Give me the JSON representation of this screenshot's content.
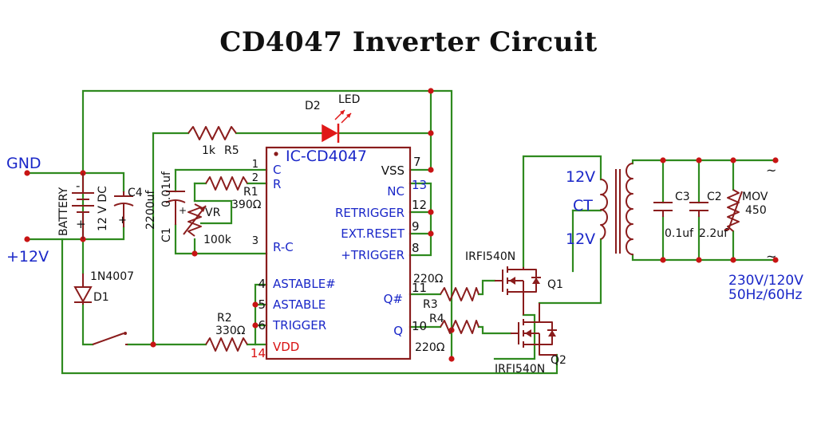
{
  "title": "CD4047 Inverter Circuit",
  "colors": {
    "wire": "#2f8a1f",
    "component": "#8a1c1c",
    "node": "#c81414",
    "pin_label": "#1a27c8",
    "vdd": "#d81010"
  },
  "labels": {
    "gnd": "GND",
    "plus12": "+12V",
    "battery": "BATTERY",
    "battery_v": "12 V DC",
    "c4": "C4",
    "c4_val": "2200uf",
    "d1_part": "1N4007",
    "d1": "D1",
    "r5_val": "1k",
    "r5": "R5",
    "d2": "D2",
    "led": "LED",
    "c1": "C1",
    "c1_val": "0.01uf",
    "r1": "R1",
    "r1_val": "390Ω",
    "vr": "VR",
    "vr_val": "100k",
    "r2": "R2",
    "r2_val": "330Ω",
    "r3": "R3",
    "r3_val": "220Ω",
    "r4": "R4",
    "r4_val": "220Ω",
    "q1": "Q1",
    "q1_part": "IRFI540N",
    "q2": "Q2",
    "q2_part": "IRFI540N",
    "t_top": "12V",
    "t_ct": "CT",
    "t_bot": "12V",
    "c3": "C3",
    "c3_val": "0.1uf",
    "c2": "C2",
    "c2_val": "2.2uf",
    "mov": "MOV",
    "mov_val": "450",
    "ac1": "~",
    "ac2": "~",
    "out_v": "230V/120V",
    "out_f": "50Hz/60Hz",
    "bat_minus": "-",
    "bat_plus": "+",
    "c4_plus": "+",
    "c1_plus": "+"
  },
  "ic": {
    "name": "IC-CD4047",
    "left_pins": [
      {
        "num": "1",
        "label": "C"
      },
      {
        "num": "2",
        "label": "R"
      },
      {
        "num": "3",
        "label": "R-C"
      },
      {
        "num": "4",
        "label": "ASTABLE#"
      },
      {
        "num": "5",
        "label": "ASTABLE"
      },
      {
        "num": "6",
        "label": "TRIGGER"
      },
      {
        "num": "14",
        "label": "VDD"
      }
    ],
    "right_pins": [
      {
        "num": "7",
        "label": "VSS"
      },
      {
        "num": "13",
        "label": "NC"
      },
      {
        "num": "12",
        "label": "RETRIGGER"
      },
      {
        "num": "9",
        "label": "EXT.RESET"
      },
      {
        "num": "8",
        "label": "+TRIGGER"
      },
      {
        "num": "11",
        "label": "Q#"
      },
      {
        "num": "10",
        "label": "Q"
      }
    ]
  }
}
